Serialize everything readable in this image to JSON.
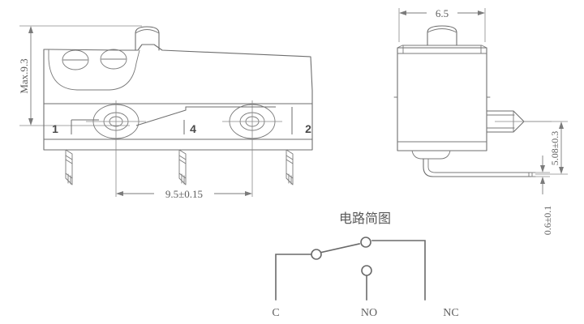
{
  "drawing": {
    "title_circuit": "电路简图",
    "front_view": {
      "height_dimension": "Max.9.3",
      "pitch_dimension": "9.5±0.15",
      "terminal_labels": [
        {
          "id": "terminal-1",
          "text": "1"
        },
        {
          "id": "terminal-4",
          "text": "4"
        },
        {
          "id": "terminal-2",
          "text": "2"
        }
      ]
    },
    "side_view": {
      "width_dimension": "6.5",
      "lead_height_dimension": "5.08±0.3",
      "lead_thickness_dimension": "0.6±0.1"
    },
    "circuit": {
      "terminals": [
        {
          "id": "terminal-c",
          "label": "C"
        },
        {
          "id": "terminal-no",
          "label": "NO"
        },
        {
          "id": "terminal-nc",
          "label": "NC"
        }
      ]
    },
    "colors": {
      "line": "#6e6e6e",
      "dimension": "#7b7b7b",
      "text": "#5f5f5f",
      "background": "#ffffff"
    }
  }
}
